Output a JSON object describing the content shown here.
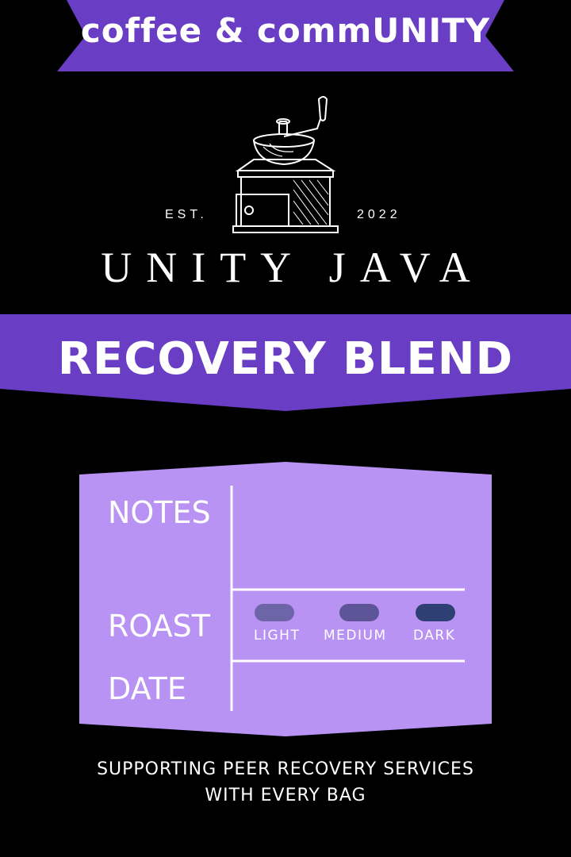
{
  "top_banner": {
    "text": "coffee & commUNITY"
  },
  "logo": {
    "icon": "coffee-grinder-icon",
    "est_left": "EST.",
    "est_right": "2022",
    "brand": "UNITY JAVA"
  },
  "blend": {
    "title": "RECOVERY BLEND"
  },
  "label_card": {
    "notes_label": "NOTES",
    "roast_label": "ROAST",
    "date_label": "DATE",
    "roast_options": [
      {
        "label": "LIGHT",
        "color": "#6e64a8"
      },
      {
        "label": "MEDIUM",
        "color": "#5d5597"
      },
      {
        "label": "DARK",
        "color": "#2e3f73"
      }
    ]
  },
  "tagline": {
    "line1": "SUPPORTING PEER RECOVERY SERVICES",
    "line2": "WITH EVERY BAG"
  },
  "colors": {
    "background": "#000000",
    "banner_purple": "#6a3ec4",
    "card_lavender": "#b993f4",
    "text": "#ffffff"
  }
}
